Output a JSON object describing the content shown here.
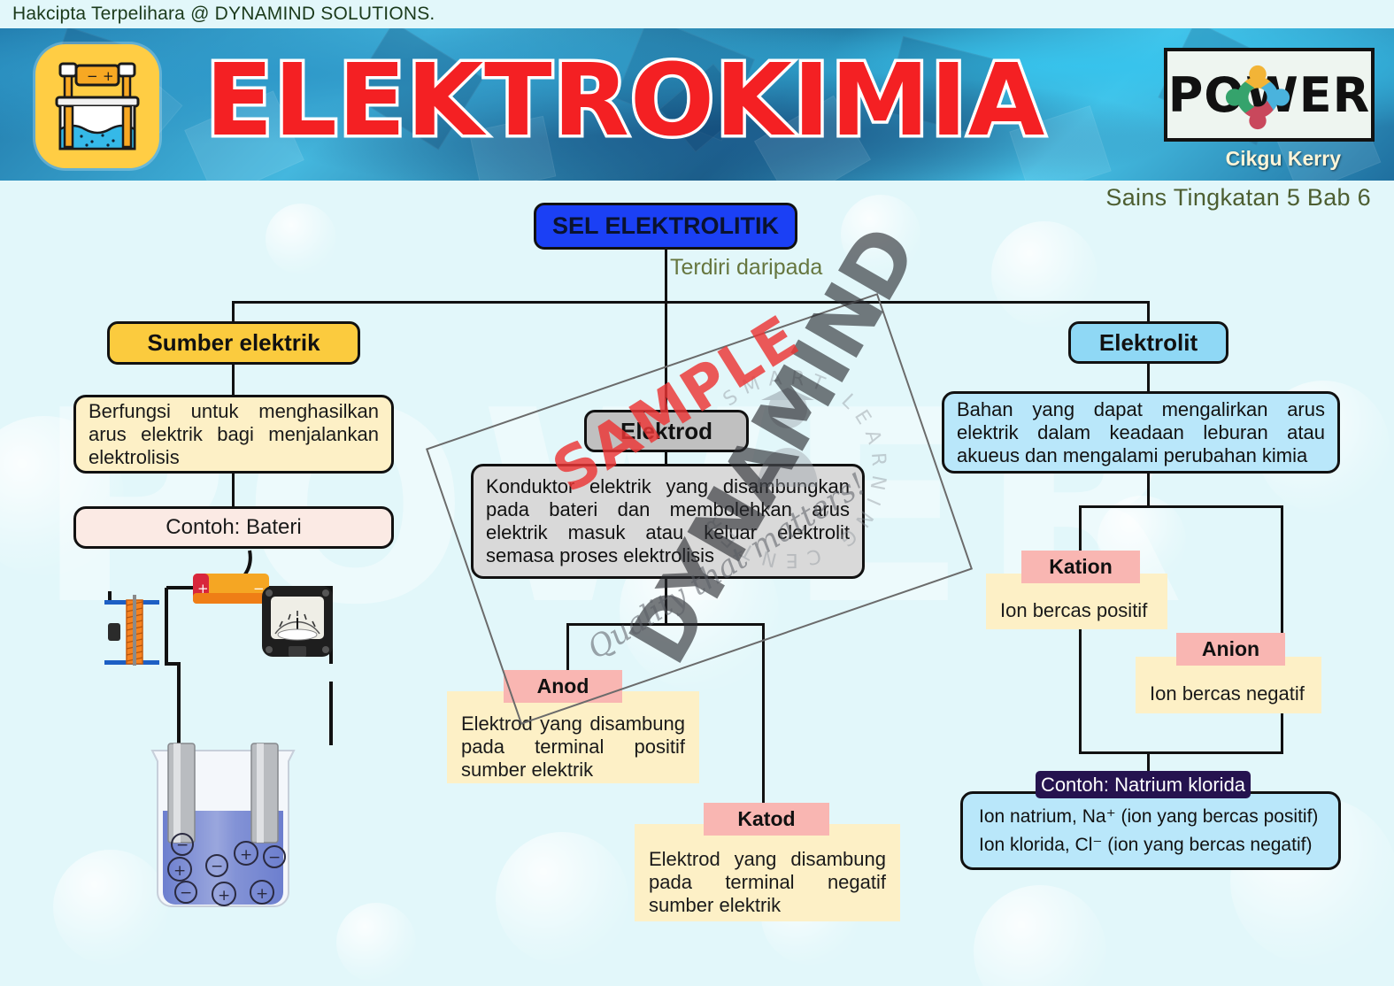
{
  "copyright": {
    "text": "Hakcipta Terpelihara @ DYNAMIND SOLUTIONS."
  },
  "header": {
    "title": "ELEKTROKIMIA",
    "logo_icon": "electrolysis-cell-icon",
    "brand": "P",
    "brand_rest": "WER",
    "brand_full": "POWER",
    "author": "Cikgu Kerry",
    "subject": "Sains Tingkatan 5 Bab 6",
    "accent_red": "#f42023",
    "tile_yellow": "#ffcd44"
  },
  "chart_data": {
    "type": "diagram",
    "title": "SEL ELEKTROLITIK",
    "root": {
      "label": "SEL ELEKTROLITIK",
      "color": "#1b40f5"
    },
    "root_connector_label": "Terdiri daripada",
    "branches": [
      {
        "key": "sumber",
        "title": "Sumber elektrik",
        "title_color": "#fbcb3e",
        "body": "Berfungsi untuk menghasilkan arus elektrik bagi menjalankan elektrolisis",
        "body_color": "#fdf0c6",
        "example": "Contoh: Bateri",
        "example_color": "#fbeae4"
      },
      {
        "key": "elektrod",
        "title": "Elektrod",
        "title_color": "#c0c0c0",
        "body": "Konduktor elektrik yang disambungkan pada bateri dan membolehkan arus elektrik masuk atau keluar elektrolit semasa proses elektrolisis",
        "body_color": "#d9d9d9",
        "children": [
          {
            "tag": "Anod",
            "text": "Elektrod yang disambung pada terminal positif sumber elektrik"
          },
          {
            "tag": "Katod",
            "text": "Elektrod yang disambung pada terminal negatif sumber elektrik"
          }
        ]
      },
      {
        "key": "elektrolit",
        "title": "Elektrolit",
        "title_color": "#8fd8f5",
        "body": "Bahan yang dapat mengalirkan arus elektrik dalam keadaan leburan atau akueus dan mengalami perubahan kimia",
        "body_color": "#b9e7fa",
        "children": [
          {
            "tag": "Kation",
            "text": "Ion bercas positif"
          },
          {
            "tag": "Anion",
            "text": "Ion bercas negatif"
          }
        ],
        "example_tag": "Contoh: Natrium klorida",
        "example_lines": [
          "Ion natrium, Na⁺ (ion yang bercas positif)",
          "Ion klorida, Cl⁻ (ion yang bercas negatif)"
        ]
      }
    ],
    "tag_color": "#f9b6b2",
    "pale_color": "#fdf0c6",
    "dark_tag_color": "#25134f"
  },
  "apparatus": {
    "label": "electrolysis-circuit-illustration",
    "components": [
      "battery",
      "rheostat",
      "ammeter",
      "beaker",
      "electrode-left",
      "electrode-right"
    ],
    "battery_plus": "+",
    "battery_minus": "−",
    "ions_positive": "⊕",
    "ions_negative": "⊖"
  },
  "watermarks": {
    "sample": "SAMPLE",
    "brand": "DYNAMIND",
    "tagline": "Quality that matters!",
    "ring_text": "SMART  LEARNING  CENTER",
    "background_word": "POWER"
  }
}
